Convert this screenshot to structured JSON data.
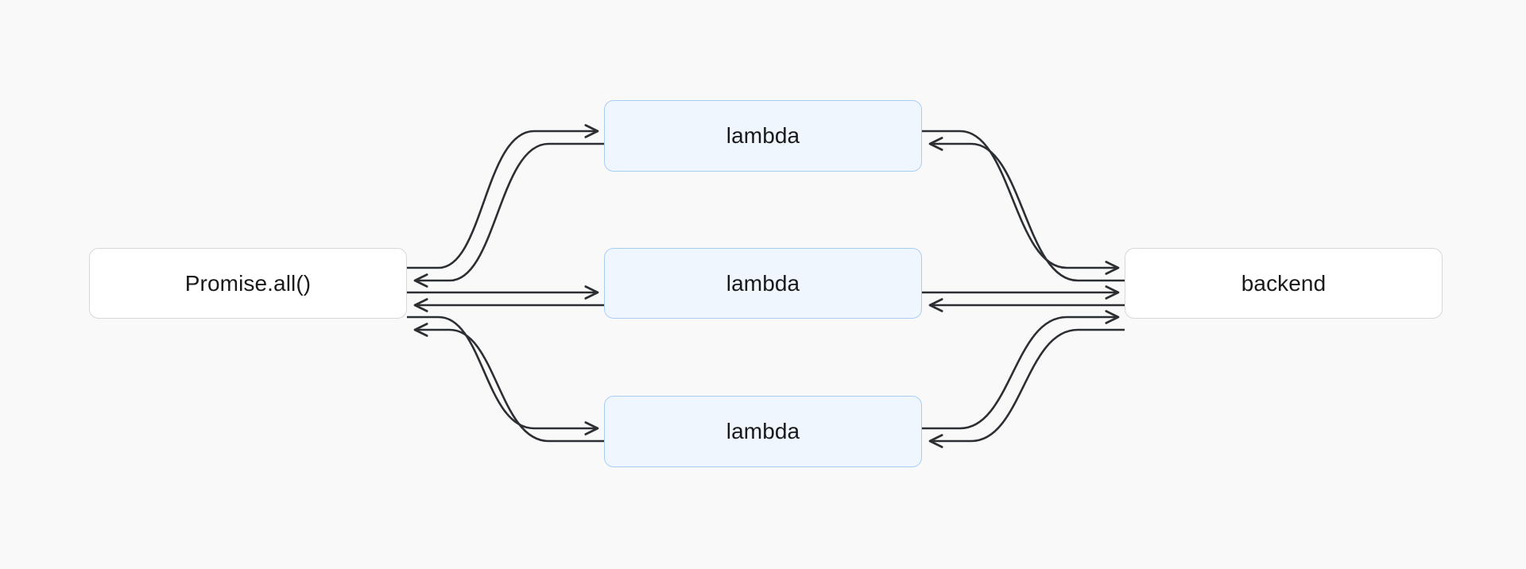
{
  "diagram": {
    "background_color": "#f9f9f9",
    "edge_color": "#2b2f33",
    "nodes": [
      {
        "id": "promise-all",
        "label": "Promise.all()",
        "style": "plain",
        "fill": "#ffffff",
        "border": "#d8d8d8"
      },
      {
        "id": "lambda-0",
        "label": "lambda",
        "style": "lambda",
        "fill": "#eff6fe",
        "border": "#a9cef6"
      },
      {
        "id": "lambda-1",
        "label": "lambda",
        "style": "lambda",
        "fill": "#eff6fe",
        "border": "#a9cef6"
      },
      {
        "id": "lambda-2",
        "label": "lambda",
        "style": "lambda",
        "fill": "#eff6fe",
        "border": "#a9cef6"
      },
      {
        "id": "backend",
        "label": "backend",
        "style": "plain",
        "fill": "#ffffff",
        "border": "#d8d8d8"
      }
    ],
    "edges": [
      {
        "from": "promise-all",
        "to": "lambda-0",
        "direction": "forward"
      },
      {
        "from": "lambda-0",
        "to": "promise-all",
        "direction": "forward"
      },
      {
        "from": "promise-all",
        "to": "lambda-1",
        "direction": "forward"
      },
      {
        "from": "lambda-1",
        "to": "promise-all",
        "direction": "forward"
      },
      {
        "from": "promise-all",
        "to": "lambda-2",
        "direction": "forward"
      },
      {
        "from": "lambda-2",
        "to": "promise-all",
        "direction": "forward"
      },
      {
        "from": "lambda-0",
        "to": "backend",
        "direction": "forward"
      },
      {
        "from": "backend",
        "to": "lambda-0",
        "direction": "forward"
      },
      {
        "from": "lambda-1",
        "to": "backend",
        "direction": "forward"
      },
      {
        "from": "backend",
        "to": "lambda-1",
        "direction": "forward"
      },
      {
        "from": "lambda-2",
        "to": "backend",
        "direction": "forward"
      },
      {
        "from": "backend",
        "to": "lambda-2",
        "direction": "forward"
      }
    ]
  }
}
